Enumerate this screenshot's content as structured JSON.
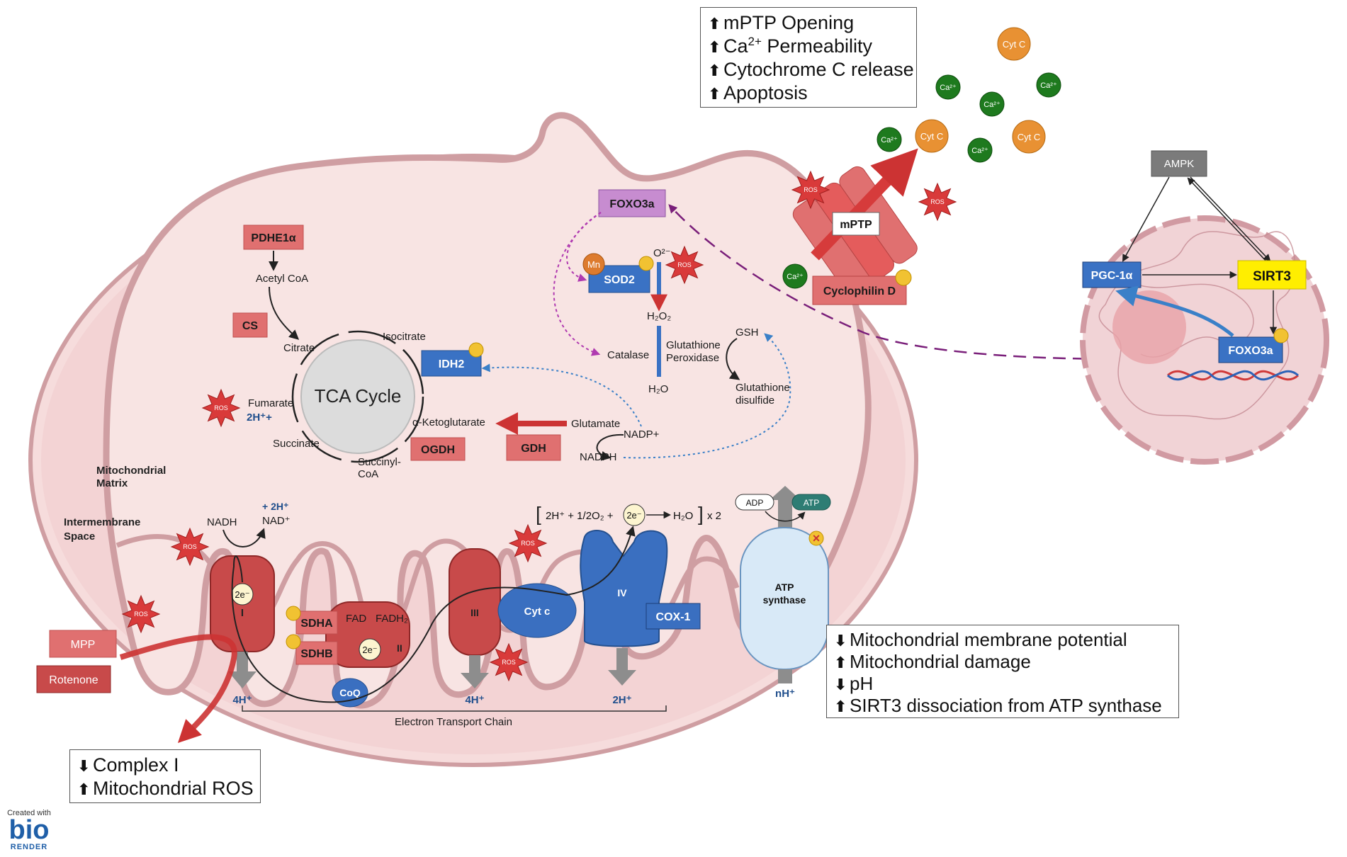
{
  "boxes": {
    "top": [
      "mPTP Opening",
      "Ca",
      "2+",
      " Permeability",
      "Cytochrome C release",
      "Apoptosis"
    ],
    "right": [
      "Mitochondrial membrane potential",
      "Mitochondrial damage",
      "pH",
      "SIRT3 dissociation from ATP synthase"
    ],
    "left": [
      "Complex I",
      "Mitochondrial ROS"
    ]
  },
  "labels": {
    "tca": "TCA Cycle",
    "citrate": "Citrate",
    "isocitrate": "Isocitrate",
    "akg": "α-Ketoglutarate",
    "succinyl": "Succinyl-",
    "coa": "CoA",
    "succinate": "Succinate",
    "fumarate": "Fumarate",
    "h2plus": "2H⁺+",
    "acetyl": "Acetyl CoA",
    "glutamate": "Glutamate",
    "nadp": "NADP+",
    "nadph": "NADPH",
    "o2": "O²⁻",
    "h2o2": "H₂O₂",
    "h2o": "H₂O",
    "gpx1": "Glutathione",
    "gpx2": "Peroxidase",
    "gsh": "GSH",
    "gssg1": "Glutathione",
    "gssg2": "disulfide",
    "catalase": "Catalase",
    "matrix1": "Mitochondrial",
    "matrix2": "Matrix",
    "ims1": "Intermembrane",
    "ims2": "Space",
    "nadh": "NADH",
    "plus2h": "+ 2H⁺",
    "nad": "NAD⁺",
    "fad": "FAD",
    "fadh2": "FADH₂",
    "e2": "2e⁻",
    "h4a": "4H⁺",
    "h4b": "4H⁺",
    "h2b": "2H⁺",
    "nh": "nH⁺",
    "etc": "Electron Transport Chain",
    "eq": "2H⁺ + 1/2O₂ +",
    "eq_h2o": "H₂O",
    "x2": "x 2",
    "ros": "ROS",
    "mn": "Mn",
    "ca": "Ca²⁺",
    "cytc_free": "Cyt C"
  },
  "complexes": {
    "i": "I",
    "ii": "II",
    "iii": "III",
    "iv": "IV",
    "atp_synthase": "ATP",
    "atp_synthase2": "synthase",
    "cytc": "Cyt c",
    "coq": "CoQ",
    "cox1": "COX-1",
    "adp": "ADP",
    "atp": "ATP"
  },
  "proteins": {
    "pdhe1a": "PDHE1α",
    "cs": "CS",
    "idh2": "IDH2",
    "ogdh": "OGDH",
    "gdh": "GDH",
    "foxo3a_mito": "FOXO3a",
    "sod2": "SOD2",
    "sdha": "SDHA",
    "sdhb": "SDHB",
    "mpp": "MPP",
    "rotenone": "Rotenone",
    "mptp": "mPTP",
    "cyclophilin": "Cyclophilin D",
    "ampk": "AMPK",
    "pgc1a": "PGC-1α",
    "sirt3": "SIRT3",
    "foxo3a_nuc": "FOXO3a"
  },
  "logo": {
    "created": "Created with",
    "brand": "bio",
    "render": "RENDER"
  },
  "colors": {
    "membrane": "#d9a1a5",
    "matrix": "#f8e4e3",
    "red_box": "#e07070",
    "blue_box": "#3a72c4",
    "sirt3": "#ffee00",
    "complex_red": "#c84a4a",
    "complex_blue": "#3a6fc0"
  }
}
